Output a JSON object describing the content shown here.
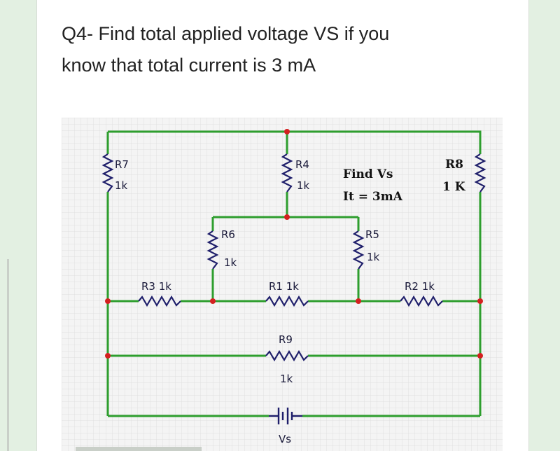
{
  "question": {
    "line1": "Q4- Find total applied voltage VS if you",
    "line2": "know that total current is 3 mA"
  },
  "circuit": {
    "colors": {
      "wire": "#2e9e2e",
      "node": "#d42020",
      "resistor": "#1f1f6b",
      "grid_bg": "#f4f4f4",
      "grid_line": "#dadada"
    },
    "labels": {
      "r7_name": "R7",
      "r7_value": "1k",
      "r4_name": "R4",
      "r4_value": "1k",
      "r8_name": "R8",
      "r8_value": "1 K",
      "r6_name": "R6",
      "r6_value": "1k",
      "r5_name": "R5",
      "r5_value": "1k",
      "r3": "R3 1k",
      "r1": "R1 1k",
      "r2": "R2 1k",
      "r9_name": "R9",
      "r9_value": "1k",
      "source": "Vs",
      "find": "Find Vs",
      "current": "It = 3mA"
    }
  }
}
